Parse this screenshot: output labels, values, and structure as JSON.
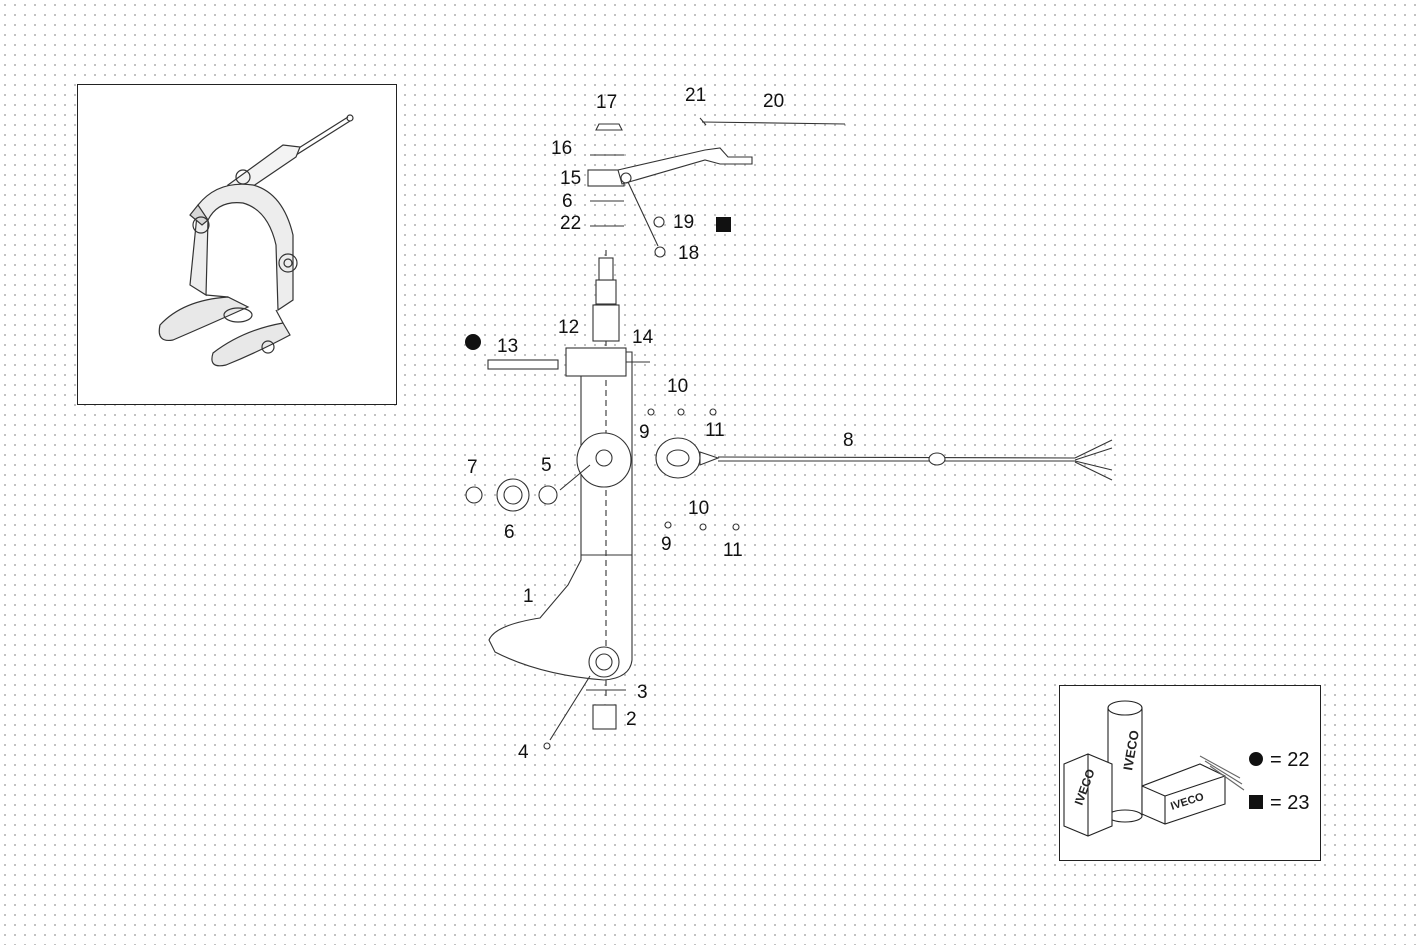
{
  "parts": [
    {
      "id": "p1",
      "label": "1"
    },
    {
      "id": "p2",
      "label": "2"
    },
    {
      "id": "p3",
      "label": "3"
    },
    {
      "id": "p4",
      "label": "4"
    },
    {
      "id": "p5",
      "label": "5"
    },
    {
      "id": "p6a",
      "label": "6"
    },
    {
      "id": "p6b",
      "label": "6"
    },
    {
      "id": "p7",
      "label": "7"
    },
    {
      "id": "p8",
      "label": "8"
    },
    {
      "id": "p9a",
      "label": "9"
    },
    {
      "id": "p9b",
      "label": "9"
    },
    {
      "id": "p10a",
      "label": "10"
    },
    {
      "id": "p10b",
      "label": "10"
    },
    {
      "id": "p11a",
      "label": "11"
    },
    {
      "id": "p11b",
      "label": "11"
    },
    {
      "id": "p12",
      "label": "12"
    },
    {
      "id": "p13",
      "label": "13"
    },
    {
      "id": "p14",
      "label": "14"
    },
    {
      "id": "p15",
      "label": "15"
    },
    {
      "id": "p16",
      "label": "16"
    },
    {
      "id": "p17",
      "label": "17"
    },
    {
      "id": "p18",
      "label": "18"
    },
    {
      "id": "p19",
      "label": "19"
    },
    {
      "id": "p20",
      "label": "20"
    },
    {
      "id": "p21",
      "label": "21"
    },
    {
      "id": "p22",
      "label": "22"
    }
  ],
  "legend": {
    "circle_text": "= 22",
    "square_text": "= 23",
    "brand_box_left": "IVECO",
    "brand_box_cylinder": "IVECO",
    "brand_box_right": "IVECO"
  },
  "colors": {
    "line": "#333333",
    "marker": "#111111",
    "dot_grid": "#b9b9b9"
  }
}
